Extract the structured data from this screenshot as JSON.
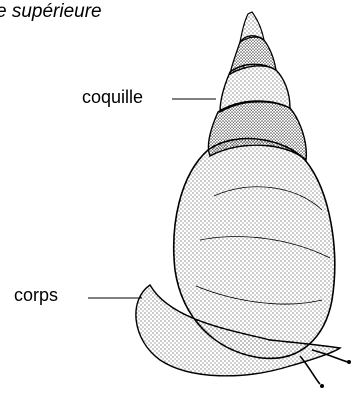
{
  "caption": "e supérieure",
  "labels": {
    "coquille": "coquille",
    "corps": "corps"
  },
  "illustration": {
    "subject": "snail-shell-icon",
    "style": "stippled-ink-drawing",
    "ink_color": "#000000",
    "background": "#ffffff"
  }
}
